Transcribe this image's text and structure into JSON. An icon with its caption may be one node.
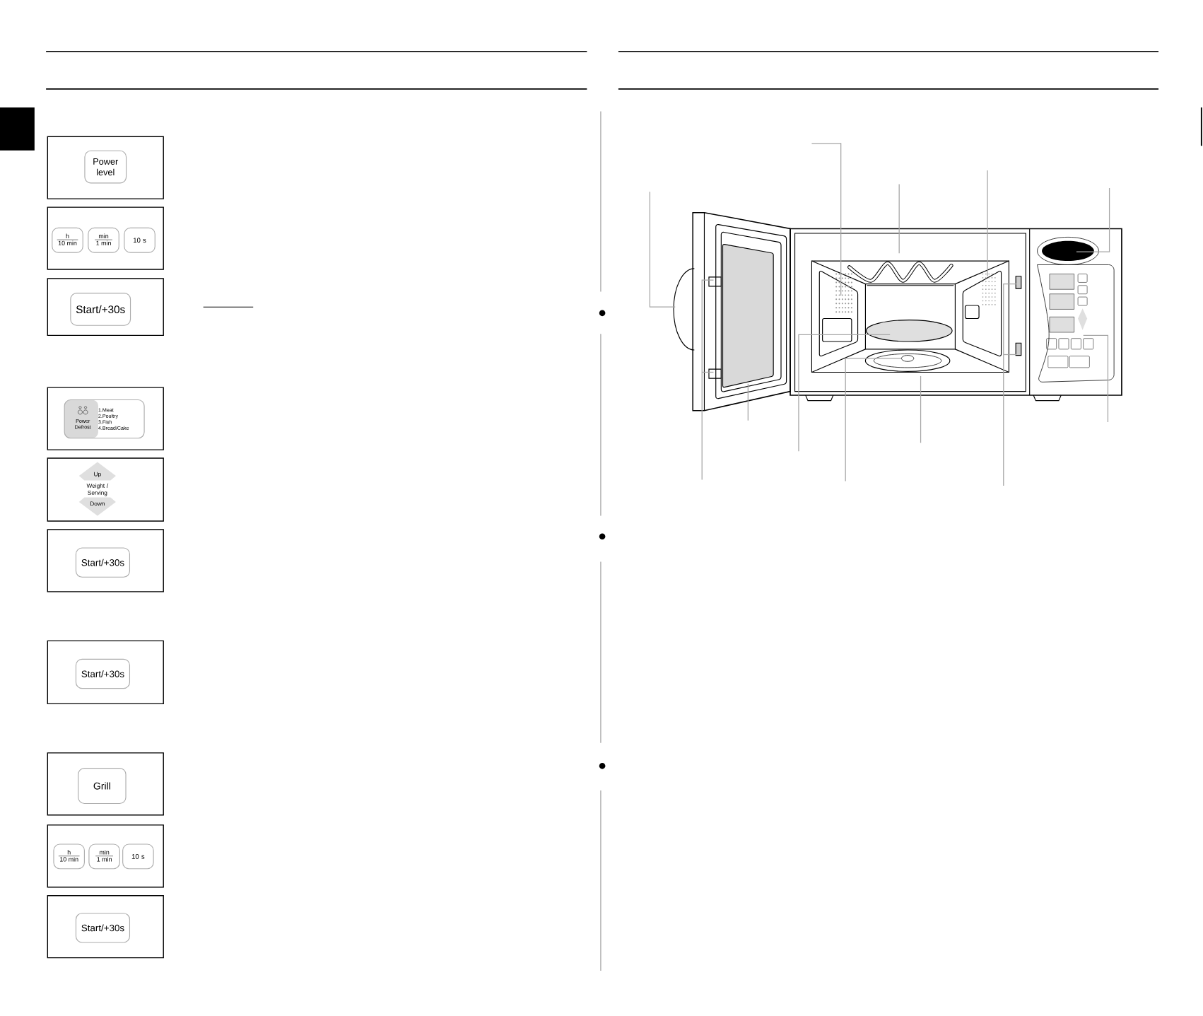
{
  "diagram": {
    "nodes": [
      {
        "text": [],
        "shape": "box"
      },
      {
        "text": [
          "Power level"
        ],
        "in": 0
      },
      {
        "text": [],
        "shape": "box"
      },
      {
        "text": [
          "h",
          "10 min"
        ],
        "in": 2
      },
      {
        "text": [
          "min",
          "1 min"
        ],
        "in": 2
      },
      {
        "text": [
          "10 s"
        ],
        "in": 2
      },
      {
        "text": [],
        "shape": "box"
      },
      {
        "text": [
          "Start/+30s"
        ],
        "in": 6
      },
      {
        "text": [],
        "shape": "box"
      },
      {
        "text": [
          "Power Defrost",
          "1.Meat",
          "2.Poultry",
          "3.Fish",
          "4.Bread/Cake"
        ],
        "in": 8
      },
      {
        "text": [],
        "shape": "box"
      },
      {
        "text": [
          "Up",
          "Weight / Serving",
          "Down"
        ],
        "in": 10
      },
      {
        "text": [],
        "shape": "box"
      },
      {
        "text": [
          "Start/+30s"
        ],
        "in": 12
      },
      {
        "text": [],
        "shape": "box"
      },
      {
        "text": [
          "Start/+30s"
        ],
        "in": 14
      },
      {
        "text": [],
        "shape": "box"
      },
      {
        "text": [
          "Grill"
        ],
        "in": 16
      },
      {
        "text": [],
        "shape": "box"
      },
      {
        "text": [
          "h",
          "10 min"
        ],
        "in": 18
      },
      {
        "text": [
          "min",
          "1 min"
        ],
        "in": 18
      },
      {
        "text": [
          "10 s"
        ],
        "in": 18
      },
      {
        "text": [],
        "shape": "box"
      },
      {
        "text": [
          "Start/+30s"
        ],
        "in": 22
      }
    ]
  }
}
